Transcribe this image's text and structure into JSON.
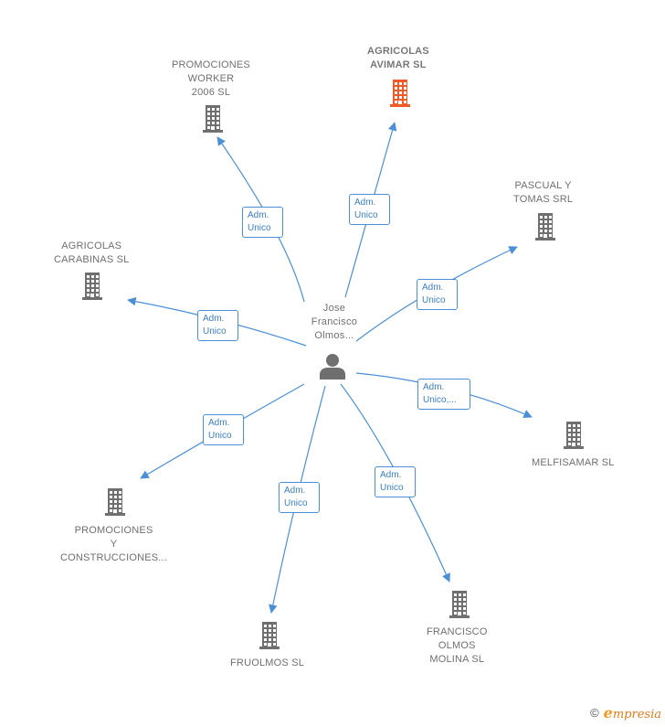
{
  "center": {
    "label_lines": [
      "Jose",
      "Francisco",
      "Olmos..."
    ],
    "icon": "person-icon"
  },
  "colors": {
    "edge": "#4a8fd8",
    "building": "#6f6f6f",
    "building_highlight": "#f05a28",
    "person": "#6f6f6f"
  },
  "companies": [
    {
      "id": "promociones-worker",
      "name_lines": [
        "PROMOCIONES",
        "WORKER",
        "2006 SL"
      ],
      "highlight": false,
      "icon": "building-icon",
      "edge_label": [
        "Adm.",
        "Unico"
      ]
    },
    {
      "id": "agricolas-avimar",
      "name_lines": [
        "AGRICOLAS",
        "AVIMAR  SL"
      ],
      "highlight": true,
      "icon": "building-icon",
      "edge_label": [
        "Adm.",
        "Unico"
      ]
    },
    {
      "id": "pascual-tomas",
      "name_lines": [
        "PASCUAL Y",
        "TOMAS SRL"
      ],
      "highlight": false,
      "icon": "building-icon",
      "edge_label": [
        "Adm.",
        "Unico"
      ]
    },
    {
      "id": "agricolas-carabinas",
      "name_lines": [
        "AGRICOLAS",
        "CARABINAS SL"
      ],
      "highlight": false,
      "icon": "building-icon",
      "edge_label": [
        "Adm.",
        "Unico"
      ]
    },
    {
      "id": "melfisamar",
      "name_lines": [
        "MELFISAMAR SL"
      ],
      "highlight": false,
      "icon": "building-icon",
      "edge_label": [
        "Adm.",
        "Unico,..."
      ]
    },
    {
      "id": "promociones-construcciones",
      "name_lines": [
        "PROMOCIONES",
        "Y",
        "CONSTRUCCIONES..."
      ],
      "highlight": false,
      "icon": "building-icon",
      "edge_label": [
        "Adm.",
        "Unico"
      ]
    },
    {
      "id": "fruolmos",
      "name_lines": [
        "FRUOLMOS SL"
      ],
      "highlight": false,
      "icon": "building-icon",
      "edge_label": [
        "Adm.",
        "Unico"
      ]
    },
    {
      "id": "francisco-olmos-molina",
      "name_lines": [
        "FRANCISCO",
        "OLMOS",
        "MOLINA SL"
      ],
      "highlight": false,
      "icon": "building-icon",
      "edge_label": [
        "Adm.",
        "Unico"
      ]
    }
  ],
  "footer": {
    "copyright_symbol": "©",
    "brand_initial": "e",
    "brand_rest": "mpresia"
  }
}
